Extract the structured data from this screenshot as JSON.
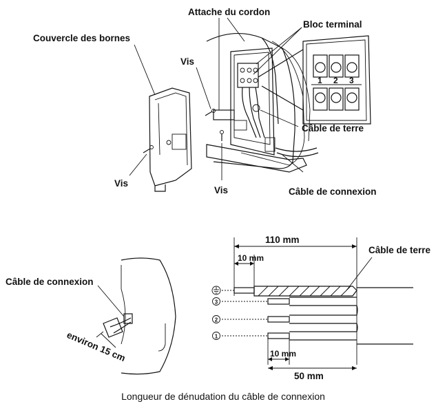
{
  "labels": {
    "attache_du_cordon": "Attache du cordon",
    "bloc_terminal": "Bloc terminal",
    "couvercle_des_bornes": "Couvercle des bornes",
    "vis_top": "Vis",
    "vis_left": "Vis",
    "vis_bottom": "Vis",
    "cable_de_terre_top": "Câble de terre",
    "cable_de_connexion_top": "Câble de connexion",
    "cable_de_connexion_left": "Câble de connexion",
    "environ_15_cm": "environ 15 cm",
    "dim_110": "110 mm",
    "dim_10_top": "10 mm",
    "dim_10_bottom": "10 mm",
    "dim_50": "50 mm",
    "cable_de_terre_strip": "Câble de terre",
    "caption": "Longueur de dénudation du câble de connexion"
  },
  "terminal_numbers": [
    "1",
    "2",
    "3"
  ],
  "wire_markers": [
    "3",
    "2",
    "1"
  ]
}
